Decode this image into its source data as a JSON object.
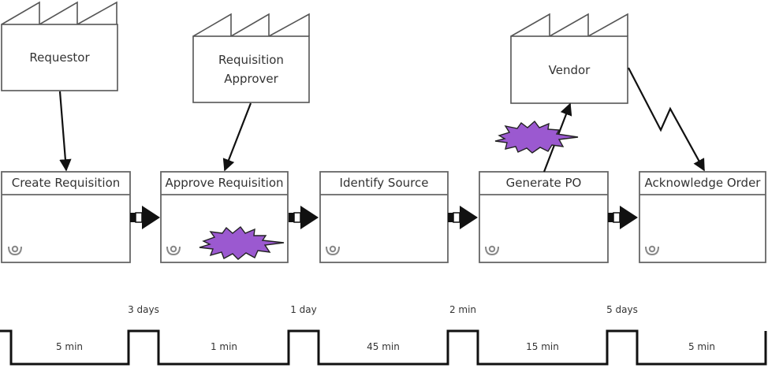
{
  "diagram": {
    "type": "value-stream-map",
    "external_entities": [
      {
        "id": "requestor",
        "label": "Requestor",
        "icon": "factory-icon"
      },
      {
        "id": "approver",
        "label": "Requisition Approver",
        "label_lines": [
          "Requisition",
          "Approver"
        ],
        "icon": "factory-icon"
      },
      {
        "id": "vendor",
        "label": "Vendor",
        "icon": "factory-icon"
      }
    ],
    "processes": [
      {
        "id": "create-requisition",
        "title": "Create Requisition",
        "operator_icon": "operator-icon",
        "kaizen_burst": false
      },
      {
        "id": "approve-requisition",
        "title": "Approve Requisition",
        "operator_icon": "operator-icon",
        "kaizen_burst": true
      },
      {
        "id": "identify-source",
        "title": "Identify Source",
        "operator_icon": "operator-icon",
        "kaizen_burst": false
      },
      {
        "id": "generate-po",
        "title": "Generate PO",
        "operator_icon": "operator-icon",
        "kaizen_burst": false
      },
      {
        "id": "acknowledge-order",
        "title": "Acknowledge Order",
        "operator_icon": "operator-icon",
        "kaizen_burst": false
      }
    ],
    "push_arrows": [
      {
        "from": "create-requisition",
        "to": "approve-requisition",
        "icon": "push-arrow-icon"
      },
      {
        "from": "approve-requisition",
        "to": "identify-source",
        "icon": "push-arrow-icon"
      },
      {
        "from": "identify-source",
        "to": "generate-po",
        "icon": "push-arrow-icon"
      },
      {
        "from": "generate-po",
        "to": "acknowledge-order",
        "icon": "push-arrow-icon"
      }
    ],
    "information_flows": [
      {
        "from": "requestor",
        "to": "create-requisition",
        "style": "manual"
      },
      {
        "from": "approver",
        "to": "approve-requisition",
        "style": "manual"
      },
      {
        "from": "generate-po",
        "to": "vendor",
        "style": "manual",
        "kaizen_burst": true
      },
      {
        "from": "vendor",
        "to": "acknowledge-order",
        "style": "electronic"
      }
    ],
    "kaizen_color": "#9b59d0",
    "timeline": {
      "process_times": [
        "5 min",
        "1 min",
        "45 min",
        "15 min",
        "5 min"
      ],
      "wait_times": [
        "3 days",
        "1 day",
        "2 min",
        "5 days"
      ]
    }
  }
}
